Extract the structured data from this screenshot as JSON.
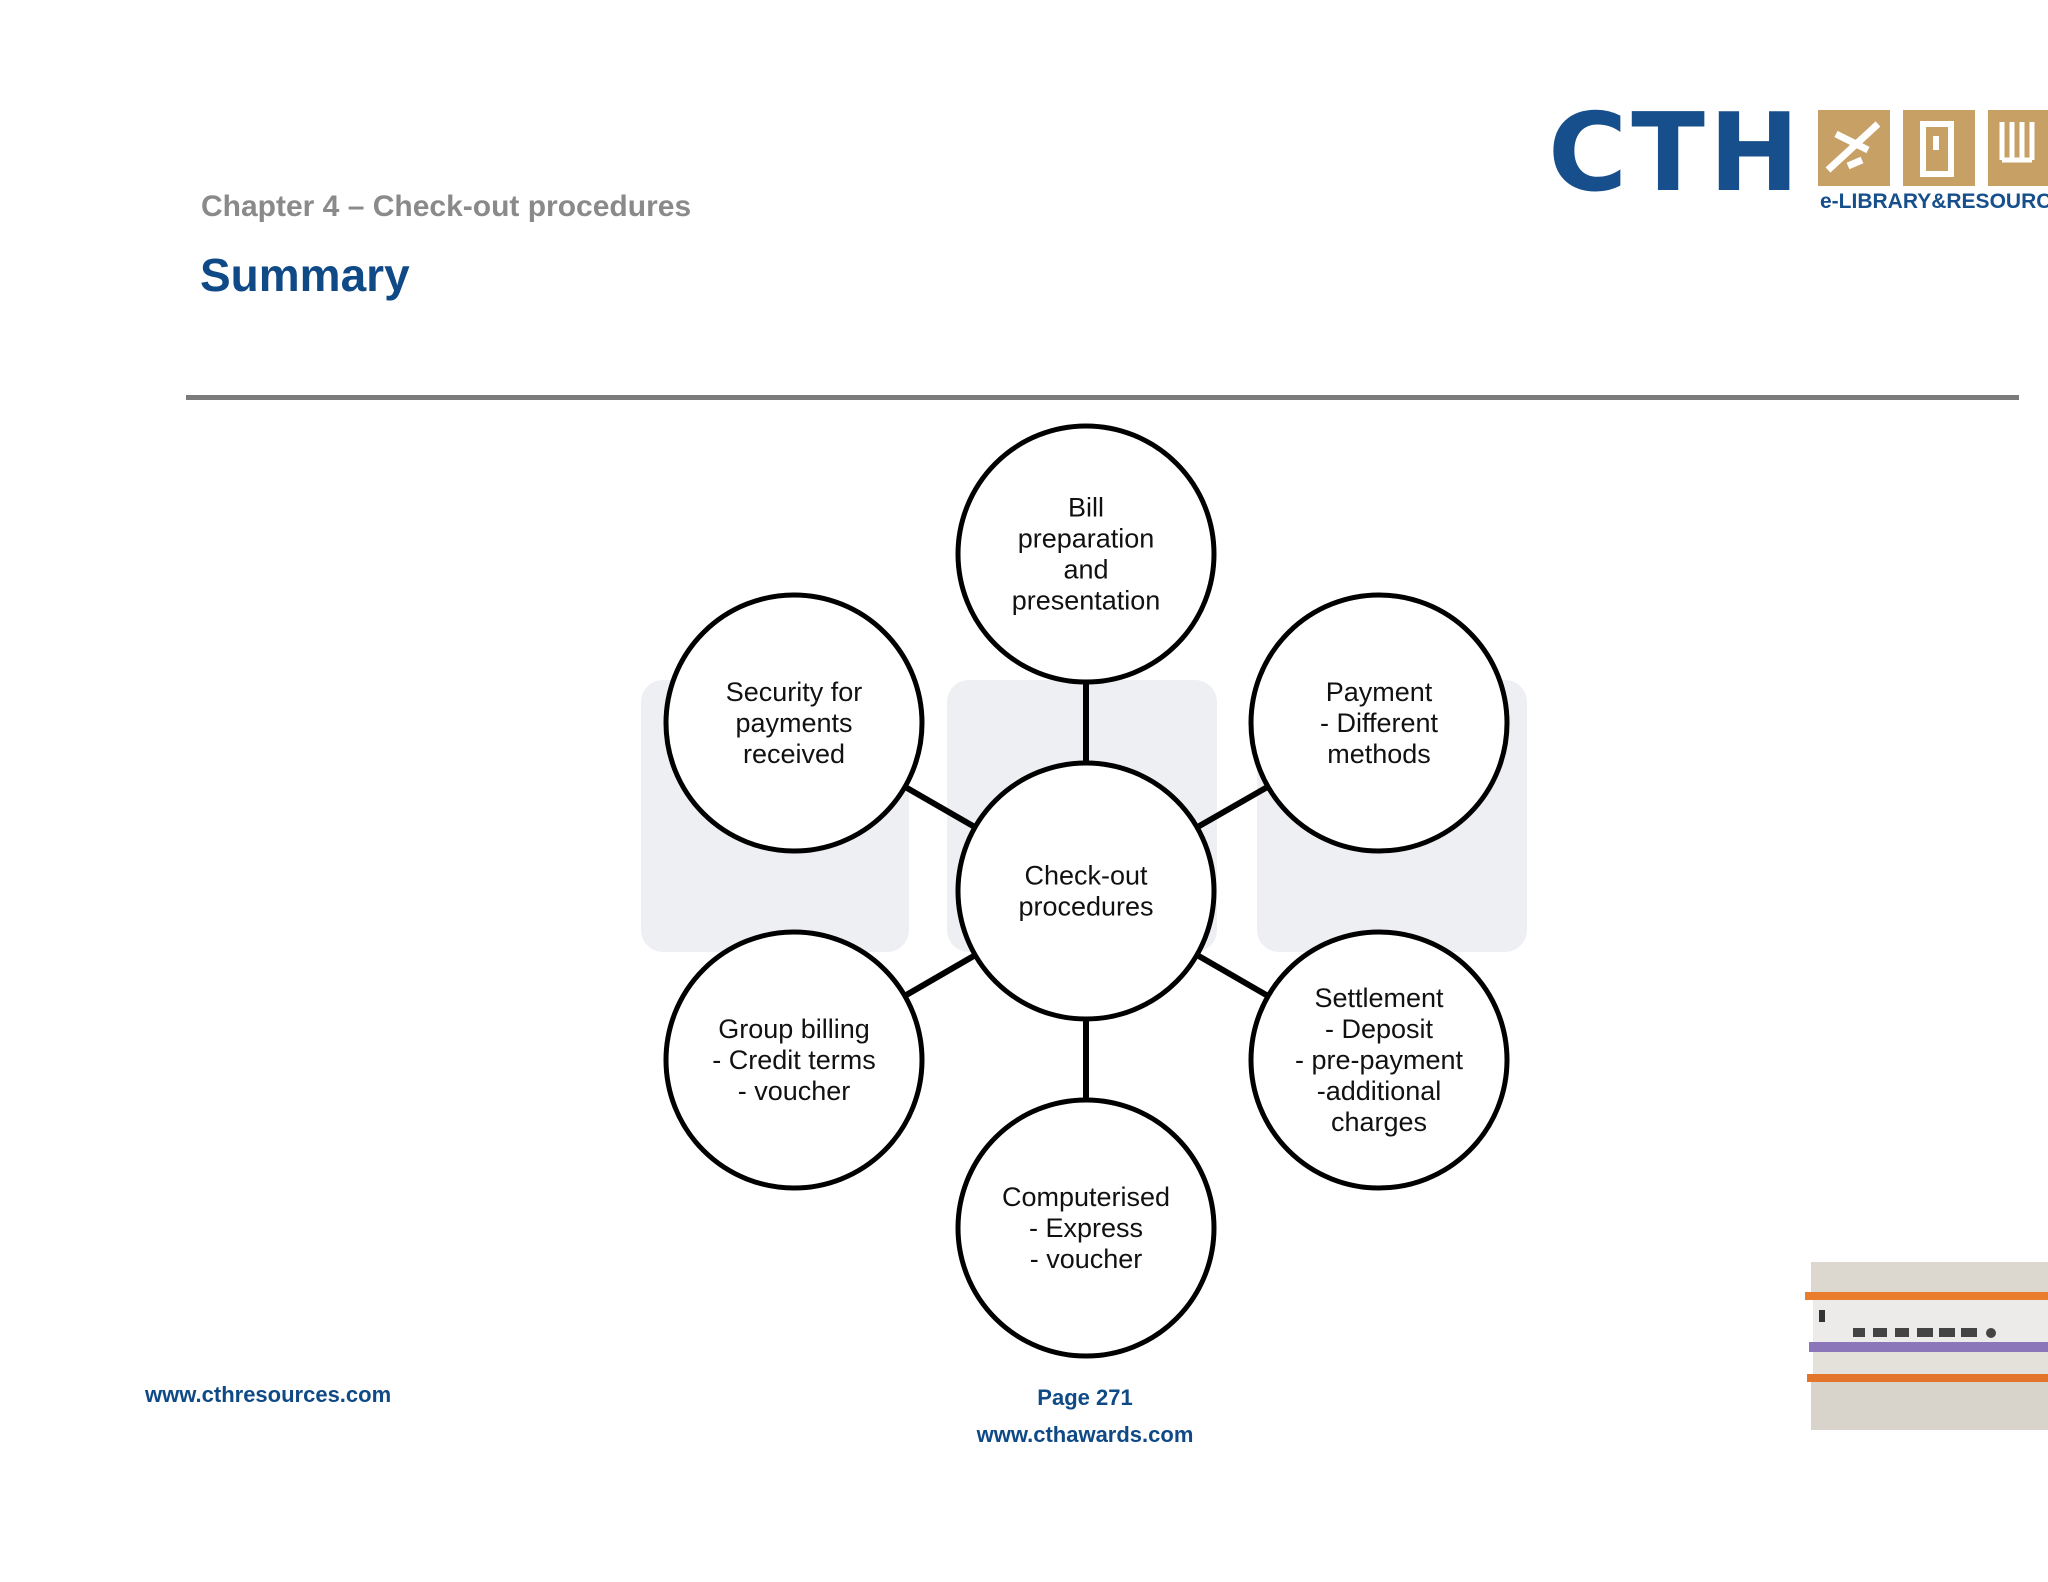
{
  "header": {
    "chapter": "Chapter 4 – Check-out procedures",
    "title": "Summary"
  },
  "logo": {
    "letters": "CTH",
    "tagline": "e-LIBRARY&RESOURCE"
  },
  "diagram": {
    "center": {
      "lines": [
        "Check-out",
        "procedures"
      ]
    },
    "nodes": [
      {
        "id": "bill",
        "lines": [
          "Bill",
          "preparation",
          "and",
          "presentation"
        ]
      },
      {
        "id": "payment",
        "lines": [
          "Payment",
          "- Different",
          "methods"
        ]
      },
      {
        "id": "settlement",
        "lines": [
          "Settlement",
          "- Deposit",
          "- pre-payment",
          "-additional",
          "charges"
        ]
      },
      {
        "id": "computerised",
        "lines": [
          "Computerised",
          "- Express",
          "- voucher"
        ]
      },
      {
        "id": "group",
        "lines": [
          "Group billing",
          "- Credit terms",
          "- voucher"
        ]
      },
      {
        "id": "security",
        "lines": [
          "Security for",
          "payments",
          "received"
        ]
      }
    ]
  },
  "footer": {
    "left_url": "www.cthresources.com",
    "page": "Page  271",
    "site": "www.cthawards.com"
  },
  "colors": {
    "brand_blue": "#0f4a86",
    "brand_gold": "#c7a066",
    "gray": "#8a8a8a"
  }
}
